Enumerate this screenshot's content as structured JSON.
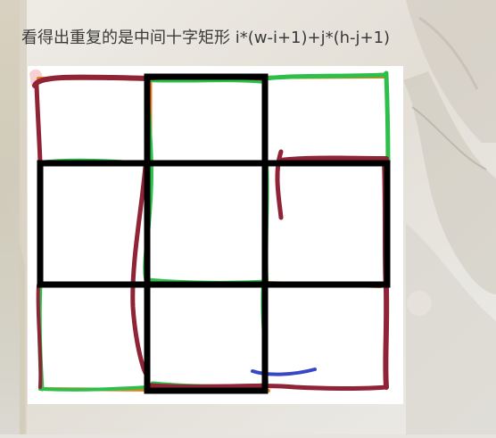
{
  "caption": "看得出重复的是中间十字矩形  i*(w-i+1)+j*(h-j+1)",
  "colors": {
    "black_grid": "#000000",
    "green_stroke": "#2dbf4a",
    "orange_stroke": "#f07c1e",
    "maroon_stroke": "#8e2436",
    "blue_stroke": "#3a46c8"
  },
  "grid": {
    "rows": 3,
    "cols": 3
  }
}
